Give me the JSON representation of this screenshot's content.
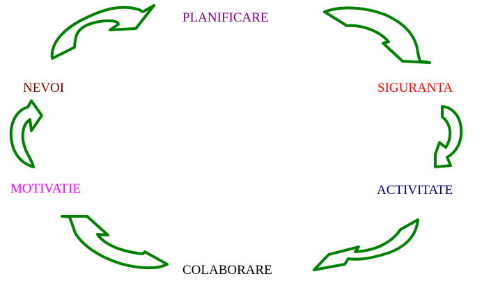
{
  "nodes": [
    {
      "id": "planificare",
      "label": "PLANIFICARE",
      "color": "#800080"
    },
    {
      "id": "siguranta",
      "label": "SIGURANTA",
      "color": "#ff0000"
    },
    {
      "id": "activitate",
      "label": "ACTIVITATE",
      "color": "#000080"
    },
    {
      "id": "colaborare",
      "label": "COLABORARE",
      "color": "#000000"
    },
    {
      "id": "motivatie",
      "label": "MOTIVATIE",
      "color": "#ff00ff"
    },
    {
      "id": "nevoi",
      "label": "NEVOI",
      "color": "#800000"
    }
  ],
  "arrow_color": "#008000"
}
